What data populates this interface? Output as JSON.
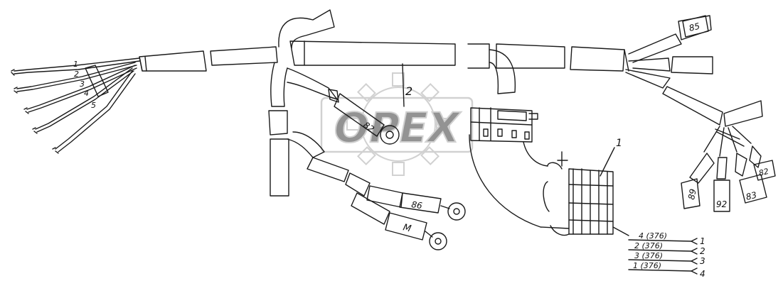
{
  "watermark": {
    "text": "OPEX"
  },
  "labels": {
    "callout_2": "2",
    "callout_1": "1",
    "left_wire_1": "1",
    "left_wire_2": "2",
    "left_wire_3": "3",
    "left_wire_4": "4",
    "left_wire_5": "5",
    "tag_82_center": "82",
    "tag_86": "86",
    "tag_M": "M",
    "tag_85": "85",
    "tag_89": "89",
    "tag_92": "92",
    "tag_83": "83",
    "tag_82_right": "82"
  },
  "connector_table": [
    {
      "wire": "4 (376)",
      "pin": "1"
    },
    {
      "wire": "2 (376)",
      "pin": "2"
    },
    {
      "wire": "3 (376)",
      "pin": "3"
    },
    {
      "wire": "1 (376)",
      "pin": "4"
    }
  ],
  "colors": {
    "ink": "#1a1a1a",
    "watermark": "#b5b5b5",
    "paper": "#ffffff"
  }
}
